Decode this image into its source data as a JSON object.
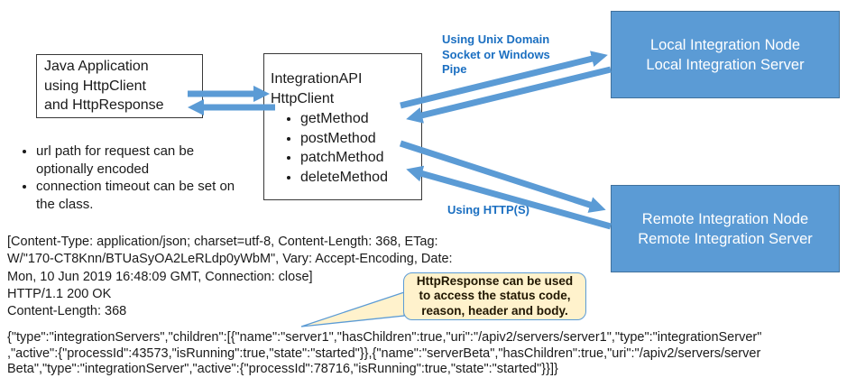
{
  "boxes": {
    "java_app": {
      "text": "Java Application\nusing HttpClient\nand HttpResponse"
    },
    "integration_api": {
      "title": "IntegrationAPI\nHttpClient",
      "methods": [
        "getMethod",
        "postMethod",
        "patchMethod",
        "deleteMethod"
      ]
    },
    "local": {
      "text": "Local Integration Node\nLocal Integration Server"
    },
    "remote": {
      "text": "Remote Integration Node\nRemote Integration Server"
    }
  },
  "connection_labels": {
    "unix": "Using Unix Domain\nSocket or Windows\nPipe",
    "https": "Using HTTP(S)"
  },
  "notes": {
    "bullet1": "url path for request can be\noptionally encoded",
    "bullet2": "connection timeout can be set on\nthe class."
  },
  "http_response": {
    "headers": "[Content-Type: application/json; charset=utf-8, Content-Length: 368, ETag:\nW/\"170-CT8Knn/BTUaSyOA2LeRLdp0yWbM\", Vary: Accept-Encoding, Date:\nMon, 10 Jun 2019 16:48:09 GMT, Connection: close]\nHTTP/1.1 200 OK\nContent-Length: 368",
    "body": "{\"type\":\"integrationServers\",\"children\":[{\"name\":\"server1\",\"hasChildren\":true,\"uri\":\"/apiv2/servers/server1\",\"type\":\"integrationServer\"\n,\"active\":{\"processId\":43573,\"isRunning\":true,\"state\":\"started\"}},{\"name\":\"serverBeta\",\"hasChildren\":true,\"uri\":\"/apiv2/servers/server\nBeta\",\"type\":\"integrationServer\",\"active\":{\"processId\":78716,\"isRunning\":true,\"state\":\"started\"}}]}"
  },
  "callout": {
    "text": "HttpResponse can be used\nto access the status code,\nreason, header and body."
  },
  "colors": {
    "arrow_blue": "#5B9BD5",
    "blue_box_fill": "#5B9BD5",
    "blue_box_border": "#41719C",
    "label_text_blue": "#1B6FC1",
    "callout_fill": "#FFF2CC",
    "callout_border": "#5B9BD5",
    "outline_box_border": "#383838"
  }
}
